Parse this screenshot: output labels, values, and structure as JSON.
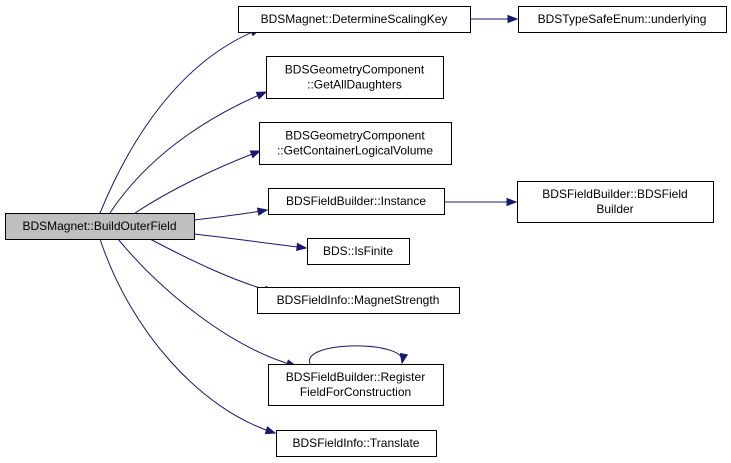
{
  "colors": {
    "edge": "#191970",
    "root_fill": "#bfbfbf",
    "node_fill": "#ffffff",
    "border": "#000000"
  },
  "nodes": [
    {
      "id": "build-outer-field",
      "lines": [
        "BDSMagnet::BuildOuterField"
      ],
      "root": true
    },
    {
      "id": "determine-scaling-key",
      "lines": [
        "BDSMagnet::DetermineScalingKey"
      ]
    },
    {
      "id": "underlying",
      "lines": [
        "BDSTypeSafeEnum::underlying"
      ]
    },
    {
      "id": "get-all-daughters",
      "lines": [
        "BDSGeometryComponent",
        "::GetAllDaughters"
      ]
    },
    {
      "id": "get-container-logical-volume",
      "lines": [
        "BDSGeometryComponent",
        "::GetContainerLogicalVolume"
      ]
    },
    {
      "id": "field-builder-instance",
      "lines": [
        "BDSFieldBuilder::Instance"
      ]
    },
    {
      "id": "field-builder-ctor",
      "lines": [
        "BDSFieldBuilder::BDSField",
        "Builder"
      ]
    },
    {
      "id": "is-finite",
      "lines": [
        "BDS::IsFinite"
      ]
    },
    {
      "id": "magnet-strength",
      "lines": [
        "BDSFieldInfo::MagnetStrength"
      ]
    },
    {
      "id": "register-field",
      "lines": [
        "BDSFieldBuilder::Register",
        "FieldForConstruction"
      ]
    },
    {
      "id": "translate",
      "lines": [
        "BDSFieldInfo::Translate"
      ]
    }
  ],
  "edges": [
    {
      "from": "build-outer-field",
      "to": "determine-scaling-key"
    },
    {
      "from": "build-outer-field",
      "to": "get-all-daughters"
    },
    {
      "from": "build-outer-field",
      "to": "get-container-logical-volume"
    },
    {
      "from": "build-outer-field",
      "to": "field-builder-instance"
    },
    {
      "from": "build-outer-field",
      "to": "is-finite"
    },
    {
      "from": "build-outer-field",
      "to": "magnet-strength"
    },
    {
      "from": "build-outer-field",
      "to": "register-field"
    },
    {
      "from": "build-outer-field",
      "to": "translate"
    },
    {
      "from": "determine-scaling-key",
      "to": "underlying"
    },
    {
      "from": "field-builder-instance",
      "to": "field-builder-ctor"
    },
    {
      "from": "register-field",
      "to": "register-field"
    }
  ]
}
